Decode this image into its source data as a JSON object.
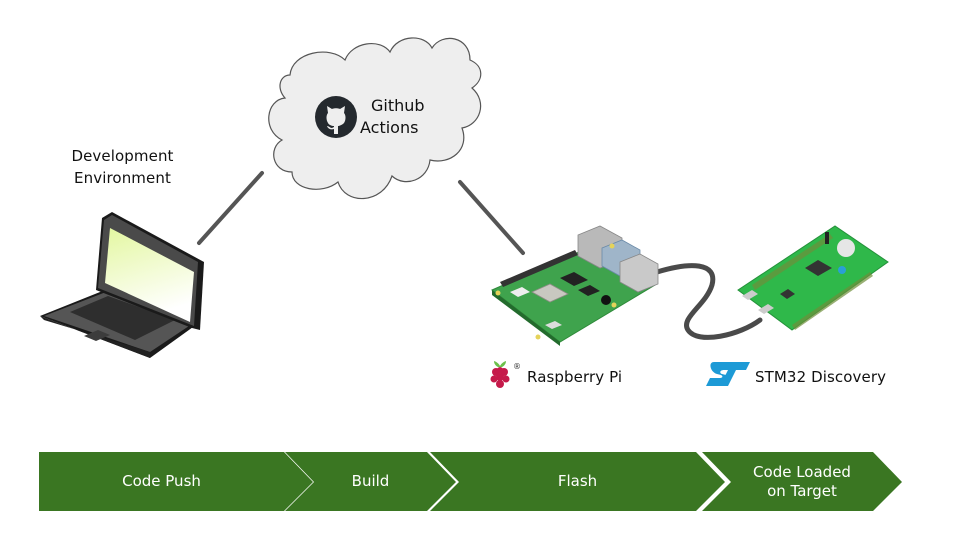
{
  "nodes": {
    "dev_env": {
      "label_line1": "Development",
      "label_line2": "Environment",
      "icon": "laptop-icon"
    },
    "github": {
      "label_line1": "Github",
      "label_line2": "Actions",
      "icon": "github-octocat-icon",
      "container": "cloud"
    },
    "raspberry_pi": {
      "label": "Raspberry Pi",
      "registered_mark": "®",
      "logo": "raspberry-pi-logo",
      "image": "raspberry-pi-board"
    },
    "stm32": {
      "label": "STM32 Discovery",
      "logo": "st-logo",
      "image": "stm32-discovery-board"
    }
  },
  "connections": [
    {
      "from": "dev_env",
      "to": "github"
    },
    {
      "from": "github",
      "to": "raspberry_pi"
    },
    {
      "from": "raspberry_pi",
      "to": "stm32",
      "style": "cable"
    }
  ],
  "pipeline": {
    "color": "#3a7622",
    "steps": [
      {
        "label_line1": "Code Push",
        "label_line2": ""
      },
      {
        "label_line1": "Build",
        "label_line2": ""
      },
      {
        "label_line1": "Flash",
        "label_line2": ""
      },
      {
        "label_line1": "Code Loaded",
        "label_line2": "on Target"
      }
    ]
  },
  "colors": {
    "cloud_fill": "#eeeeee",
    "connector": "#555555",
    "st_blue": "#1d9ad6",
    "pcb_green": "#3fa34d",
    "stm_green": "#2fb84a"
  }
}
